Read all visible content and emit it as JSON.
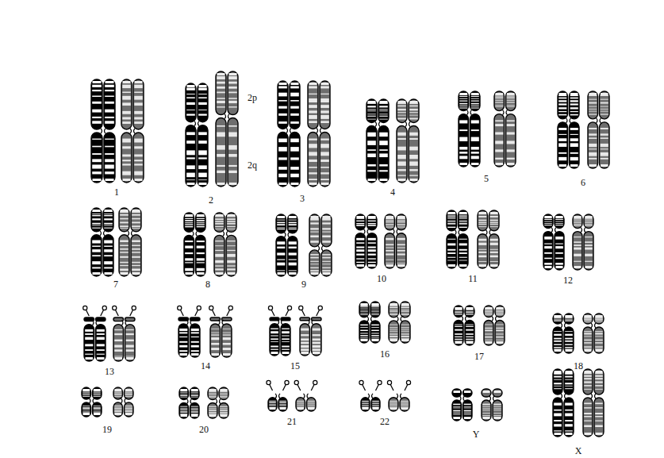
{
  "diagram": {
    "labels": [
      "2p",
      "2q",
      "1",
      "2",
      "3",
      "4",
      "5",
      "6",
      "7",
      "8",
      "9",
      "10",
      "11",
      "12",
      "13",
      "14",
      "15",
      "16",
      "17",
      "18",
      "19",
      "20",
      "21",
      "22",
      "Y",
      "X"
    ]
  }
}
